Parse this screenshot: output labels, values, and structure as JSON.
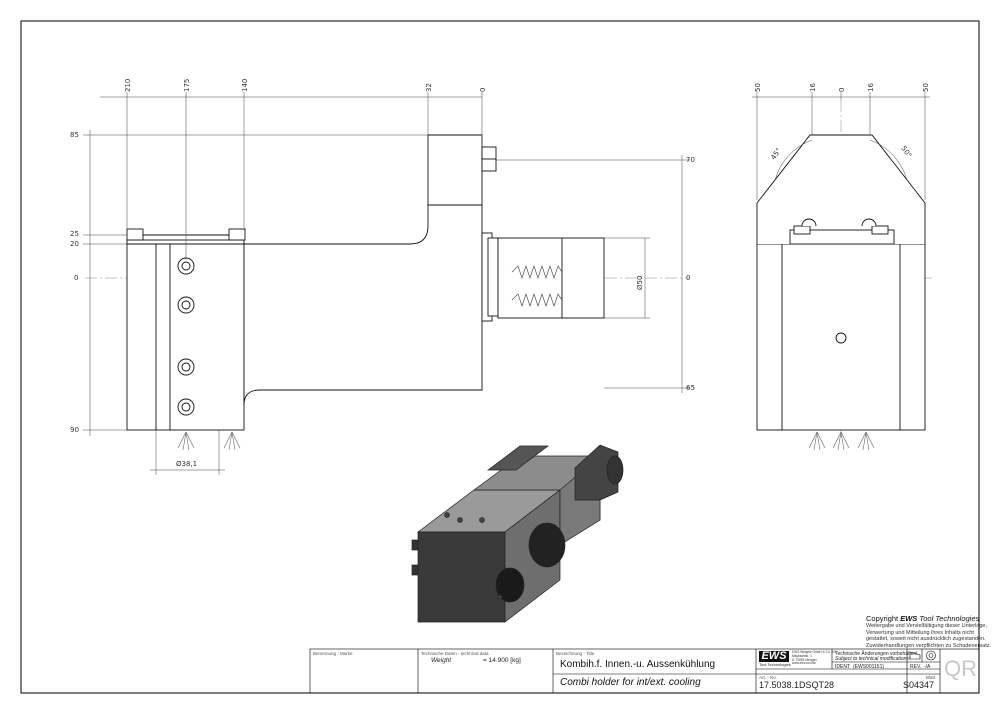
{
  "drawing": {
    "side_view": {
      "top_dims": [
        "210",
        "175",
        "140",
        "32",
        "0"
      ],
      "left_dims": [
        "85",
        "25",
        "20",
        "0",
        "90"
      ],
      "right_dims": [
        "70",
        "0",
        "65"
      ],
      "diameter_shank": "Ø50",
      "diameter_bottom": "Ø38,1"
    },
    "front_view": {
      "top_dims": [
        "50",
        "16",
        "0",
        "16",
        "50"
      ],
      "angle_left": "45°",
      "angle_right": "50°"
    }
  },
  "copyright": {
    "title_prefix": "Copyright ",
    "title_brand": "EWS",
    "title_suffix": " Tool Technologies",
    "lines": [
      "Weitergabe und Vervielfältigung dieser Unterlage,",
      "Verwertung und Mitteilung ihres Inhalts nicht",
      "gestattet, soweit nicht ausdrücklich zugestanden.",
      "Zuwiderhandlungen verpflichten zu Schadenersatz."
    ]
  },
  "title_block": {
    "benennung_label": "Benennung - Marke",
    "tech_label": "Technische Daten - technical data",
    "weight_label": "Weight",
    "weight_value": "= 14.900 [kg]",
    "bezeichnung_label": "Bezeichnung - Title",
    "title_de": "Kombih.f. Innen.-u. Aussenkühlung",
    "title_en": "Combi holder for int/ext. cooling",
    "logo_text": "EWS",
    "logo_sub": "Tool Technologies",
    "company_lines": [
      "EWS Weigele GmbH & Co. KG",
      "Maybachstr. 1",
      "D-73095 Uhingen",
      "www.ews-tool.de"
    ],
    "changes_de": "Technische Änderungen vorbehalten!",
    "changes_en": "Subject to technical modifications!",
    "ident_label": "IDENT",
    "ident_value": "(EWS001151)",
    "rev_label": "REV.",
    "rev_value": "-/A",
    "art_label": "Art. - No.",
    "art_number": "17.5038.1DSQT28",
    "sheet_label": "Blatt",
    "sheet_number": "S04347",
    "qr_label": "QR"
  }
}
